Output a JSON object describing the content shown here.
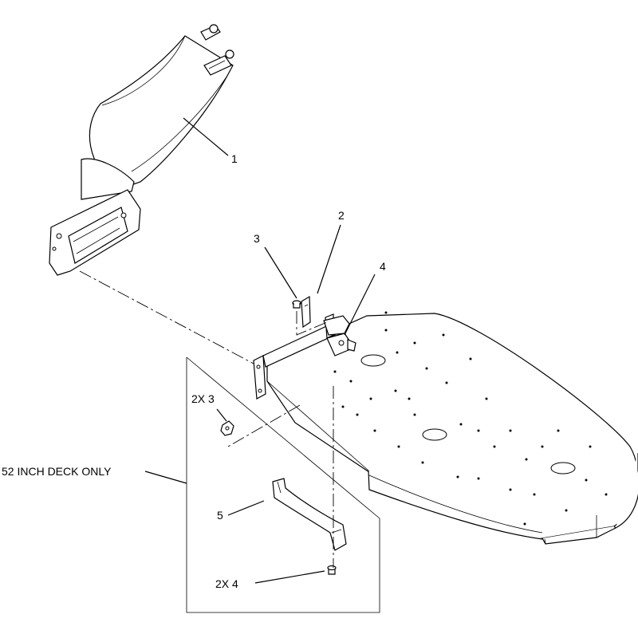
{
  "callouts": {
    "c1": "1",
    "c2": "2",
    "c3": "3",
    "c4": "4",
    "c2x3": "2X 3",
    "c5": "5",
    "c2x4": "2X 4",
    "deck_note": "52 INCH DECK ONLY"
  },
  "colors": {
    "line": "#000000",
    "background": "#ffffff"
  }
}
